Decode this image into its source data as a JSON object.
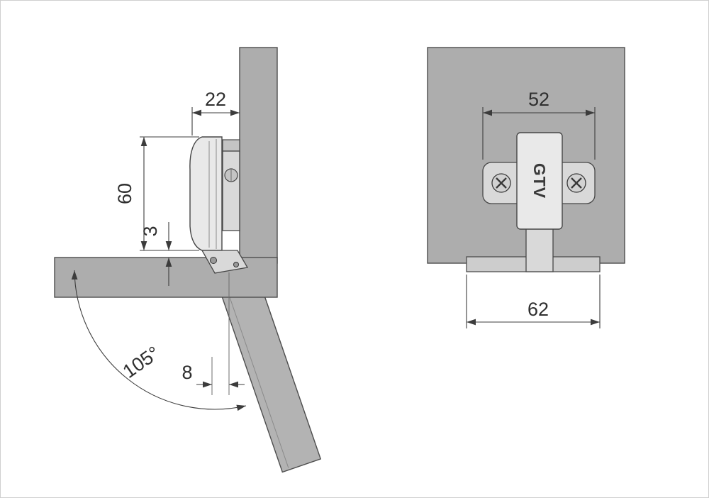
{
  "diagram": {
    "type": "technical-drawing",
    "subject": "concealed cabinet hinge, side view with opening angle and mounting plate front view",
    "left_view": {
      "dim_cup_distance": "22",
      "dim_hinge_height": "60",
      "dim_gap": "3",
      "opening_angle": "105°",
      "dim_offset": "8"
    },
    "right_view": {
      "dim_screw_spacing": "52",
      "dim_plate_width": "62",
      "brand": "GTV"
    }
  },
  "palette": {
    "panel-gray": "#adadad",
    "band-gray": "#cdcdcd",
    "part-gray": "#d9d9d9",
    "cup-gray": "#e9e9e9",
    "door-gray": "#b3b3b3",
    "line": "#3c3c3c",
    "edge": "#4d4d4d",
    "text": "#2f2f2f"
  }
}
